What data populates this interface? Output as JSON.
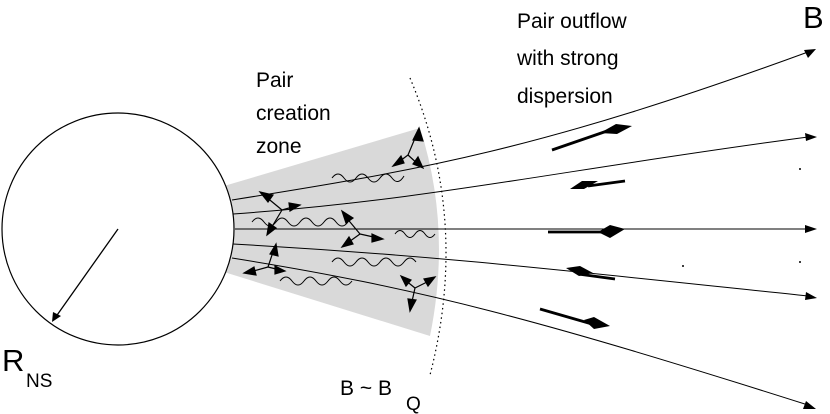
{
  "labels": {
    "neutron_star_radius": "R",
    "neutron_star_radius_sub": "NS",
    "field_label": "B",
    "pair_creation_zone": [
      "Pair",
      "creation",
      "zone"
    ],
    "pair_outflow": [
      "Pair outflow",
      "with strong",
      "dispersion"
    ],
    "critical_field_prefix": "B ~ B",
    "critical_field_sub": "Q"
  },
  "colors": {
    "ink": "#000000",
    "zone_fill": "#d9d9d9",
    "background": "#ffffff"
  }
}
